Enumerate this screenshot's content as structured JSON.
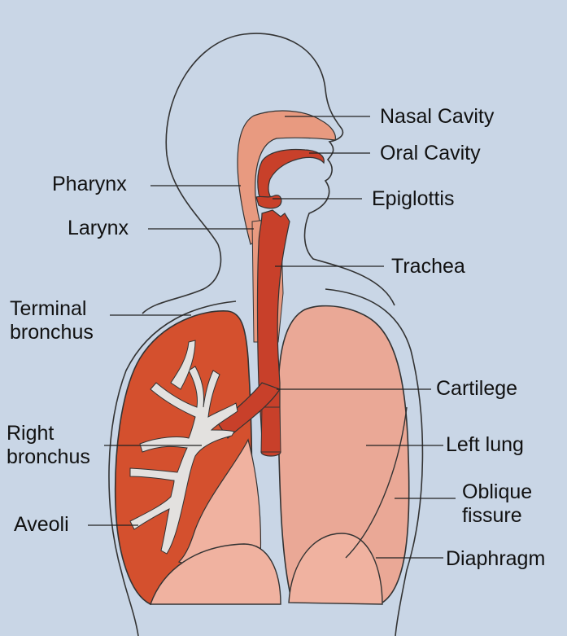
{
  "diagram": {
    "labels": {
      "nasal_cavity": "Nasal Cavity",
      "oral_cavity": "Oral Cavity",
      "epiglottis": "Epiglottis",
      "pharynx": "Pharynx",
      "larynx": "Larynx",
      "trachea": "Trachea",
      "terminal_bronchus_1": "Terminal",
      "terminal_bronchus_2": "bronchus",
      "cartilege": "Cartilege",
      "right_bronchus_1": "Right",
      "right_bronchus_2": "bronchus",
      "left_lung": "Left lung",
      "oblique_fissure_1": "Oblique",
      "oblique_fissure_2": "fissure",
      "aveoli": "Aveoli",
      "diaphragm": "Diaphragm"
    },
    "colors": {
      "background": "#c9d6e6",
      "outline": "#333333",
      "airway": "#e89a80",
      "trachea": "#c8402a",
      "right_lung": "#d4502e",
      "left_lung": "#eaa896",
      "lung_light": "#f0b2a0",
      "bronchial_tree": "#e3e1df"
    }
  }
}
